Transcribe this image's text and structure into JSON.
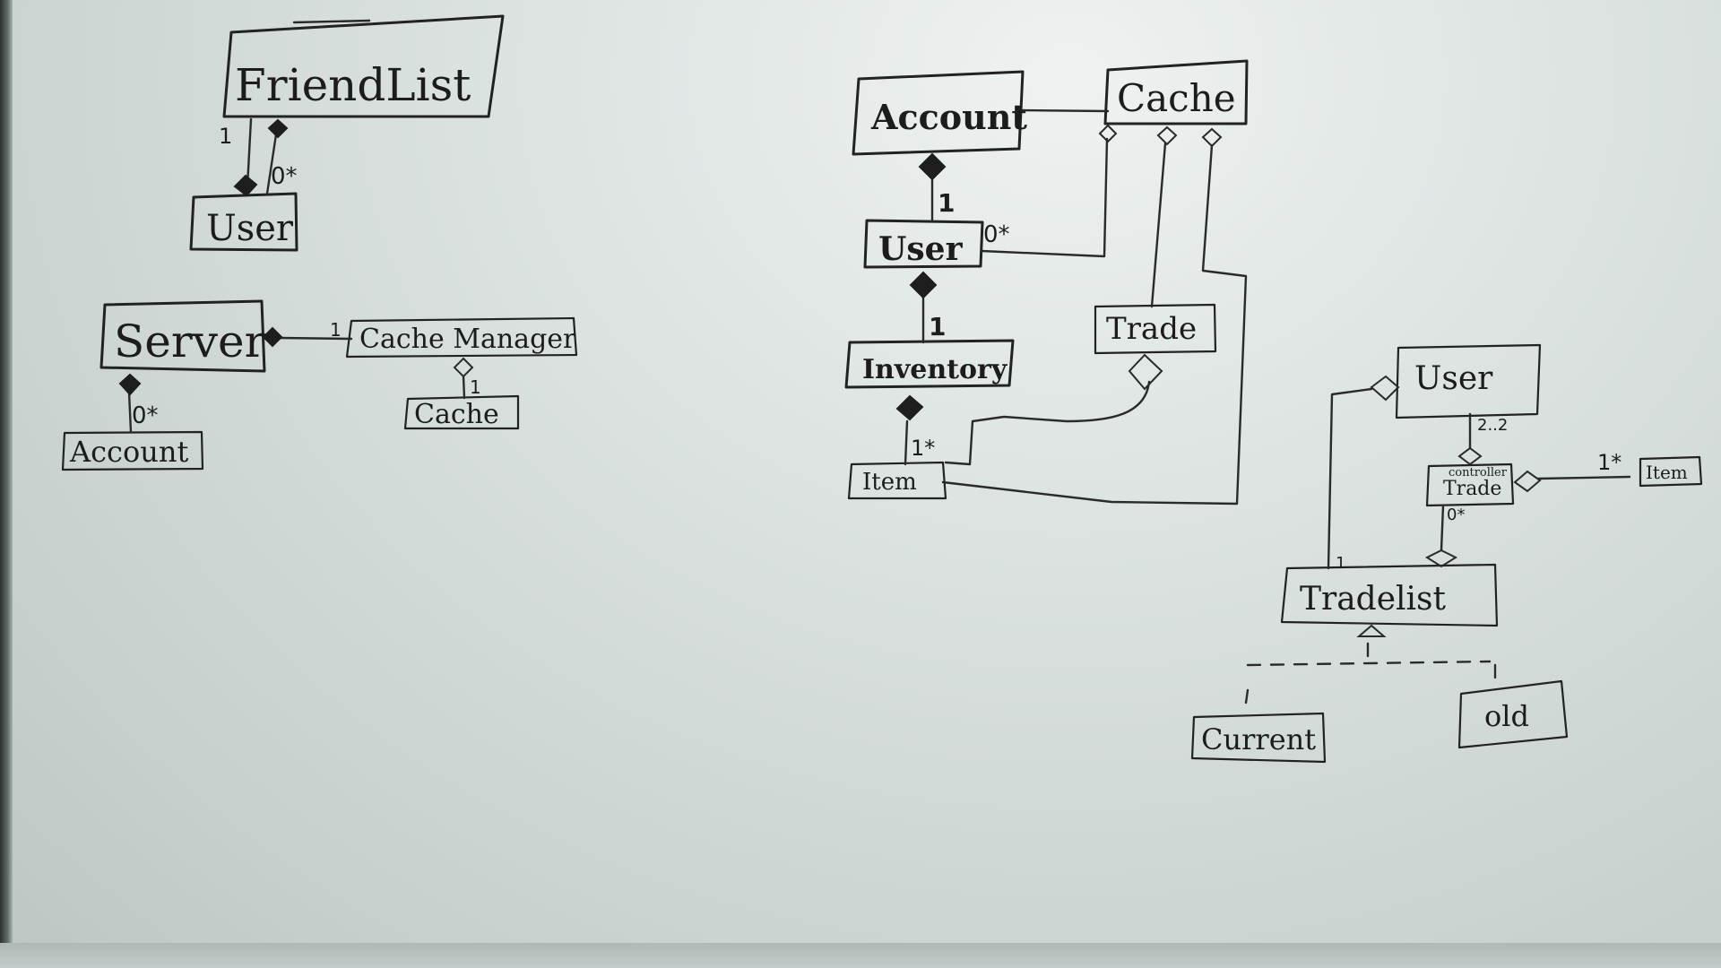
{
  "diagram": {
    "classes": {
      "friendlist": "FriendList",
      "user_a": "User",
      "server": "Server",
      "cache_manager": "Cache Manager",
      "cache_a": "Cache",
      "account_a": "Account",
      "account_b": "Account",
      "cache_b": "Cache",
      "user_b": "User",
      "inventory": "Inventory",
      "trade_b": "Trade",
      "item_b": "Item",
      "user_c": "User",
      "trade_c": "Trade",
      "trade_c_stereotype": "controller",
      "item_c": "Item",
      "tradelist": "Tradelist",
      "current": "Current",
      "old": "old"
    },
    "multiplicities": {
      "friendlist_1": "1",
      "friendlist_0n": "0*",
      "server_1": "1",
      "cachemanager_1": "1",
      "server_0n": "0*",
      "account_1": "1",
      "account_user_0n": "0*",
      "user_1": "1",
      "inventory_1n": "1*",
      "user_trade_22": "2..2",
      "trade_item_1n": "1*",
      "trade_tradelist_0n": "0*",
      "tradelist_1": "1"
    }
  }
}
